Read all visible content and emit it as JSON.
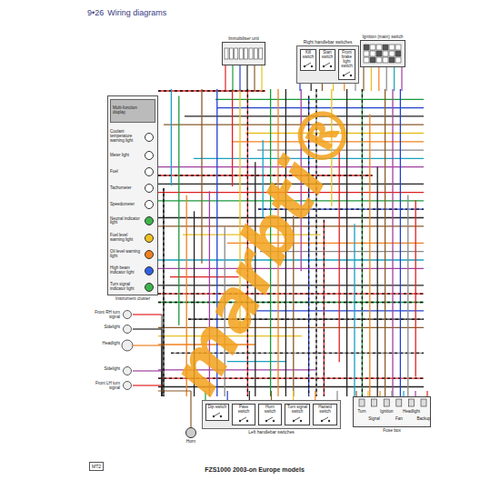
{
  "diagram": {
    "title": "Wiring diagrams",
    "caption": "FZS1000 2003-on Europe models",
    "nodes": [
      {
        "text": [
          "Instrument cluster"
        ]
      },
      {
        "text": [
          "Immobiliser unit"
        ]
      },
      {
        "text": [
          "Right handlebar switches"
        ]
      },
      {
        "text": [
          "Kill switch"
        ],
        "in": 2
      },
      {
        "text": [
          "Start switch"
        ],
        "in": 2
      },
      {
        "text": [
          "Front brake light switch"
        ],
        "in": 2
      },
      {
        "text": [
          "Ignition (main) switch"
        ]
      },
      {
        "text": [
          "Horn"
        ]
      },
      {
        "text": [
          "Left handlebar switches"
        ]
      },
      {
        "text": [
          "Dip switch"
        ],
        "in": 8
      },
      {
        "text": [
          "Pass switch"
        ],
        "in": 8
      },
      {
        "text": [
          "Horn switch"
        ],
        "in": 8
      },
      {
        "text": [
          "Turn signal switch"
        ],
        "in": 8
      },
      {
        "text": [
          "Hazard switch"
        ],
        "in": 8
      },
      {
        "text": [
          "Fuse box"
        ]
      }
    ],
    "labels": [
      "9•26",
      "Multi-function display",
      "Coolant temperature warning light",
      "Meter light",
      "Fuel",
      "Tachometer",
      "Speedometer",
      "Neutral indicator light",
      "Fuel level warning light",
      "Oil level warning light",
      "High beam indicator light",
      "Turn signal indicator light",
      "Front RH turn signal",
      "Sidelight",
      "Headlight",
      "Sidelight",
      "Front LH turn signal",
      "Turn",
      "Signal",
      "Ignition",
      "Fan",
      "Headlight",
      "Backup",
      "MT2",
      "marbti®"
    ]
  }
}
